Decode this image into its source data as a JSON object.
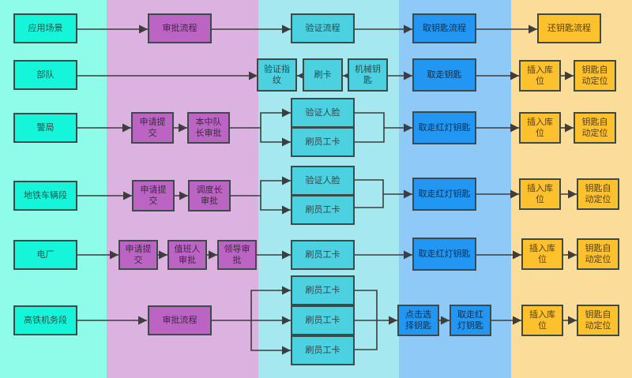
{
  "colors": {
    "lane_scene": "#8ffbe9",
    "lane_approve": "#dcb2e1",
    "lane_verify": "#a6e8ef",
    "lane_take": "#8fc9f7",
    "lane_return": "#fbdc98",
    "line": "#3d3d3d"
  },
  "header": {
    "scene": "应用场景",
    "approve": "审批流程",
    "verify": "验证流程",
    "take": "取钥匙流程",
    "return": "还钥匙流程"
  },
  "rows": {
    "army": {
      "scene": "部队",
      "verify": [
        "验证指\n纹",
        "刷卡",
        "机械钥\n匙"
      ],
      "take": "取走钥匙",
      "return": [
        "插入库\n位",
        "钥匙自\n动定位"
      ]
    },
    "police": {
      "scene": "警局",
      "approve": [
        "申请提\n交",
        "本中队\n长审批"
      ],
      "verify": [
        "验证人脸",
        "刷员工卡"
      ],
      "take": "取走红灯钥匙",
      "return": [
        "插入库\n位",
        "钥匙自\n动定位"
      ]
    },
    "metro": {
      "scene": "地铁车辆段",
      "approve": [
        "申请提\n交",
        "调度长\n审批"
      ],
      "verify": [
        "验证人脸",
        "刷员工卡"
      ],
      "take": "取走红灯钥匙",
      "return": [
        "插入库\n位",
        "钥匙自\n动定位"
      ]
    },
    "power": {
      "scene": "电厂",
      "approve": [
        "申请提\n交",
        "值班人\n审批",
        "领导审\n批"
      ],
      "verify": [
        "刷员工卡"
      ],
      "take": "取走红灯钥匙",
      "return": [
        "插入库\n位",
        "钥匙自\n动定位"
      ]
    },
    "hsr": {
      "scene": "高铁机务段",
      "approve": [
        "审批流程"
      ],
      "verify": [
        "刷员工卡",
        "刷员工卡",
        "刷员工卡"
      ],
      "take": [
        "点击选\n择钥匙",
        "取走红\n灯钥匙"
      ],
      "return": [
        "插入库\n位",
        "钥匙自\n动定位"
      ]
    }
  }
}
